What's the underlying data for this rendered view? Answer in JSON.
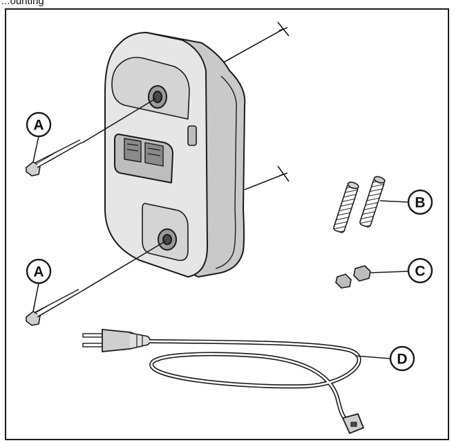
{
  "header": {
    "text": "...ounting"
  },
  "callouts": [
    {
      "id": "A1",
      "letter": "A"
    },
    {
      "id": "A2",
      "letter": "A"
    },
    {
      "id": "B",
      "letter": "B"
    },
    {
      "id": "C",
      "letter": "C"
    },
    {
      "id": "D",
      "letter": "D"
    }
  ],
  "colors": {
    "line": "#1a1a1a",
    "body": "#e6e6e6",
    "shade": "#bdbdbd",
    "dark": "#8a8a8a"
  }
}
